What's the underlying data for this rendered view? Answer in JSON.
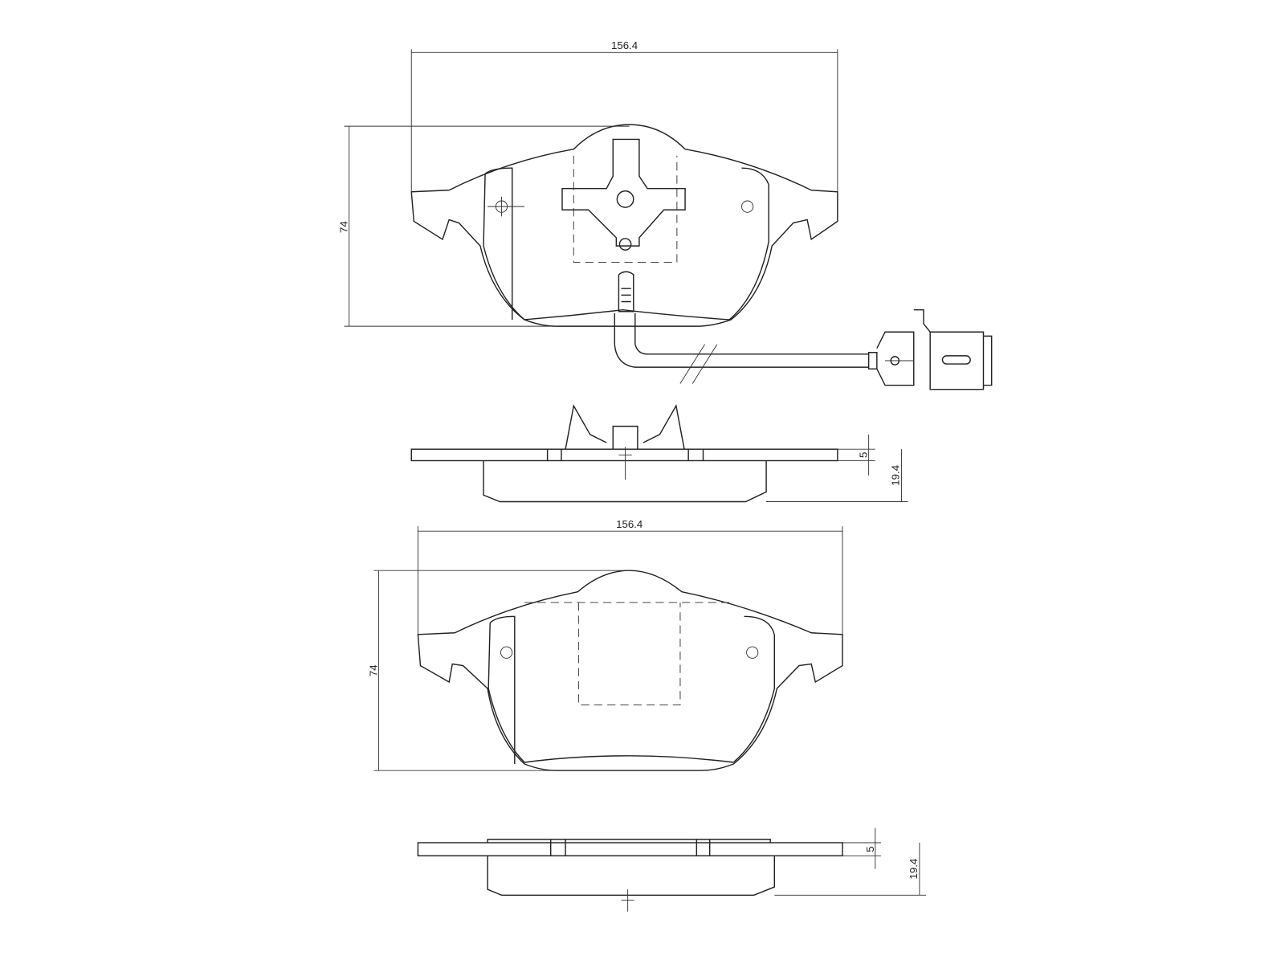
{
  "views": {
    "top_pad": {
      "width_label": "156.4",
      "height_label": "74"
    },
    "top_side": {
      "backing_label": "5",
      "thickness_label": "19.4"
    },
    "bottom_pad": {
      "width_label": "156.4",
      "height_label": "74"
    },
    "bottom_side": {
      "backing_label": "5",
      "thickness_label": "19.4"
    }
  }
}
